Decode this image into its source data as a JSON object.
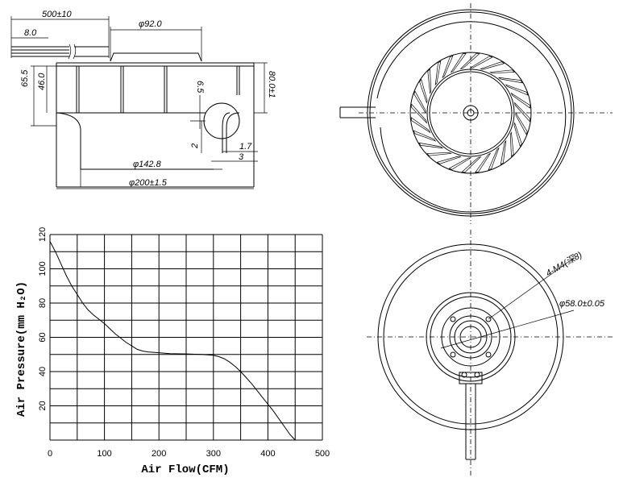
{
  "dimensions": {
    "cable_length": "500±10",
    "cable_offset": "8.0",
    "hub_diameter": "φ92.0",
    "height_total": "80.0±1",
    "height_left": "65.5",
    "height_inner": "46.0",
    "hub_step": "6.5",
    "small_a": "2",
    "small_b": "1.7",
    "small_c": "3",
    "inlet_diameter": "φ142.8",
    "outer_diameter": "φ200±1.5"
  },
  "bottom_view": {
    "screw_label": "4-M4(深8)",
    "bolt_circle": "φ58.0±0.05"
  },
  "chart_data": {
    "type": "line",
    "xlabel": "Air Flow(CFM)",
    "ylabel": "Air Pressure(mm H₂O)",
    "xlim": [
      0,
      500
    ],
    "ylim": [
      0,
      120
    ],
    "xticks": [
      "0",
      "100",
      "200",
      "300",
      "400",
      "500"
    ],
    "yticks": [
      "20",
      "40",
      "60",
      "80",
      "100",
      "120"
    ],
    "grid": true,
    "series": [
      {
        "x": [
          0,
          10,
          20,
          30,
          40,
          50,
          60,
          70,
          80,
          100,
          120,
          140,
          150,
          160,
          170,
          180,
          200,
          220,
          250,
          280,
          300,
          310,
          320,
          330,
          340,
          350,
          360,
          370,
          380,
          390,
          400,
          410,
          420,
          430,
          440,
          450
        ],
        "y": [
          116,
          110,
          103,
          96,
          90,
          85,
          80,
          76,
          73,
          68,
          62,
          57,
          55,
          53,
          52,
          51.5,
          51,
          50.5,
          50.3,
          50,
          49.5,
          48.7,
          47.5,
          45.5,
          43,
          40,
          36.5,
          33,
          29,
          25,
          21,
          17,
          12.5,
          8,
          3.5,
          0
        ]
      }
    ]
  }
}
